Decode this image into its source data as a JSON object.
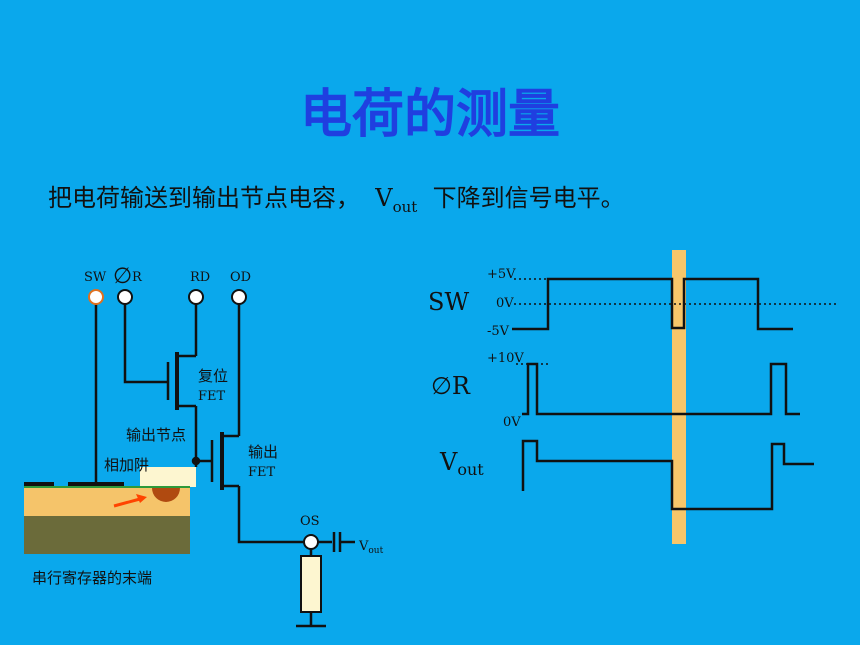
{
  "title": "电荷的测量",
  "subtitle": {
    "prefix": "把电荷输送到输出节点电容，",
    "v_main": "V",
    "v_sub": "out",
    "suffix": "下降到信号电平。"
  },
  "circuit": {
    "pin_sw": "SW",
    "pin_phi": "∅",
    "pin_r": "R",
    "pin_rd": "RD",
    "pin_od": "OD",
    "reset_fet_line1": "复位",
    "reset_fet_line2": "FET",
    "output_node": "输出节点",
    "output_fet_line1": "输出",
    "output_fet_line2": "FET",
    "summing_well": "相加阱",
    "os": "OS",
    "vout_v": "V",
    "vout_sub": "out",
    "register_end": "串行寄存器的末端"
  },
  "waveforms": {
    "sw_label": "SW",
    "phir_label": "∅R",
    "vout_v": "V",
    "vout_sub": "out",
    "plus5": "+5V",
    "zero_sw": "0V",
    "minus5": "-5V",
    "plus10": "+10V",
    "zero_r": "0V"
  },
  "colors": {
    "background": "#0aa8ec",
    "title": "#1f3fe0",
    "highlight_band": "#f7c66a",
    "substrate_top": "#f5c46a",
    "substrate_bottom": "#6b6b3a",
    "well": "#b04a10",
    "arrow": "#ff4400"
  }
}
